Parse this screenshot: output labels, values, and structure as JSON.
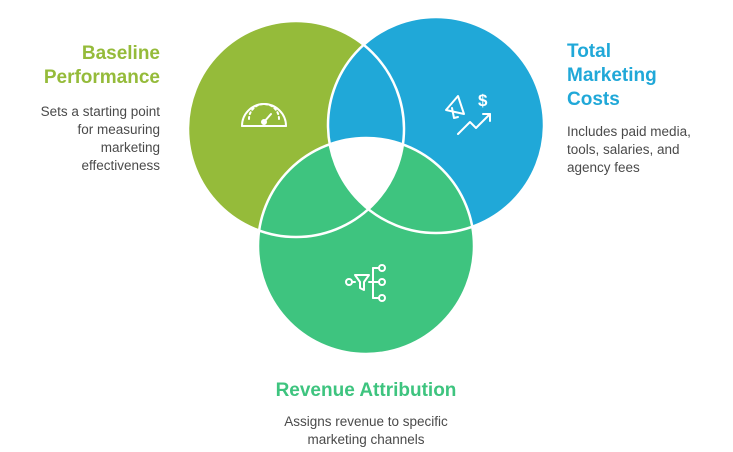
{
  "colors": {
    "green": "#95bb3a",
    "blue": "#20a8d8",
    "teal": "#3ec47f",
    "white": "#ffffff"
  },
  "circles": [
    {
      "id": "baseline",
      "title": "Baseline\nPerformance",
      "description": "Sets a starting point\nfor measuring\nmarketing\neffectiveness",
      "icon": "speedometer-icon"
    },
    {
      "id": "costs",
      "title": "Total\nMarketing\nCosts",
      "description": "Includes paid media,\ntools, salaries, and\nagency fees",
      "icon": "megaphone-dollar-growth-icon"
    },
    {
      "id": "revenue",
      "title": "Revenue Attribution",
      "description": "Assigns revenue to specific\nmarketing channels",
      "icon": "funnel-network-icon"
    }
  ]
}
